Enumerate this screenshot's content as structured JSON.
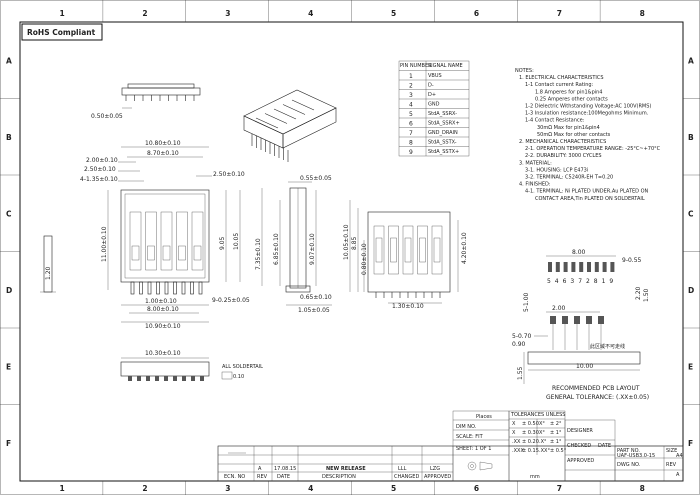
{
  "badge": "RoHS Compliant",
  "grid": {
    "columns": [
      "1",
      "2",
      "3",
      "4",
      "5",
      "6",
      "7",
      "8"
    ],
    "rows": [
      "A",
      "B",
      "C",
      "D",
      "E",
      "F"
    ]
  },
  "signals": {
    "headers": [
      "PIN NUMBER",
      "SIGNAL NAME"
    ],
    "rows": [
      [
        "1",
        "VBUS"
      ],
      [
        "2",
        "D-"
      ],
      [
        "3",
        "D+"
      ],
      [
        "4",
        "GND"
      ],
      [
        "5",
        "StdA_SSRX-"
      ],
      [
        "6",
        "StdA_SSRX+"
      ],
      [
        "7",
        "GND_DRAIN"
      ],
      [
        "8",
        "StdA_SSTX-"
      ],
      [
        "9",
        "StdA_SSTX+"
      ]
    ]
  },
  "notes": [
    "NOTES:",
    "1. ELECTRICAL CHARACTERISTICS",
    "1-1 Contact current Rating:",
    "1.8 Amperes for pin1&pin4",
    "0.25 Amperes other contacts",
    "1-2 Dielectric Withstanding Voltage:AC 100V(RMS)",
    "1-3 Insulation resistance:100Megohms Minimum.",
    "1-4 Contact Resistance:",
    "30mΩ Max for pin1&pin4",
    "50mΩ Max for other contacts",
    "2. MECHANICAL CHARACTERISTICS",
    "2-1. OPERATION TEMPERATURE RANGE: -25°C~+70°C",
    "2-2. DURABILITY: 3000 CYCLES",
    "3. MATERIAL:",
    "3-1. HOUSING: LCP E473i",
    "3-2. TERMINAL: C5240R-EH  T=0.20",
    "4. FINISHED:",
    "4-1. TERMINAL: Ni PLATED UNDER,Au PLATED ON",
    "CONTACT AREA,Tin PLATED ON SOLDERTAIL"
  ],
  "dims": {
    "side_top_a": "0.50±0.05",
    "w1": "10.80±0.10",
    "w2": "8.70±0.10",
    "w3": "2.00±0.10",
    "w4": "2.50±0.10",
    "w5": "4-1.35±0.10",
    "w6": "2.50±0.10",
    "h1": "11.00±0.10",
    "h2": "9.05",
    "h3": "10.05",
    "p1": "1.00±0.10",
    "p2": "8.00±0.10",
    "p3": "10.90±0.10",
    "p4": "9-0.25±0.05",
    "left_h": "1.20",
    "s1": "0.55±0.05",
    "s2": "7.35±0.10",
    "s3": "6.85±0.10",
    "s4": "9.07±0.10",
    "s5": "0.65±0.10",
    "s6": "1.05±0.05",
    "f1": "10.05±0.10",
    "f2": "8.85",
    "f3": "0.80±0.10",
    "f4": "4.20±0.10",
    "f5": "1.30±0.10",
    "b1": "10.30±0.10",
    "b2": "ALL SOLDERTAIL",
    "b3": "0.10",
    "pcb1": "8.00",
    "pcb2": "9-0.55",
    "pcb3": "5-1.00",
    "pcb4": "2.00",
    "pcb5": "5-0.70",
    "pcb6": "0.90",
    "pcb7": "10.00",
    "pcb8": "1.55",
    "pcb9": "2.20",
    "pcb10": "1.50"
  },
  "pin_numbers": [
    "5",
    "4",
    "6",
    "3",
    "7",
    "2",
    "8",
    "1",
    "9"
  ],
  "pcb_label": "RECOMMENDED PCB LAYOUT",
  "tolerance_label": "GENERAL TOLERANCE: (.XX±0.05)",
  "pcb_note": "此区域不可走线",
  "tolerance": {
    "title": "TOLERANCES UNLESS",
    "places_label": "Places",
    "dim_no": "DIM NO.",
    "scale_label": "SCALE: FIT",
    "sheet_label": "SHEET: 1 OF 1",
    "rows": [
      [
        "X",
        "± 0.50",
        "X°",
        "± 2°"
      ],
      [
        "X",
        "± 0.30",
        "X°",
        "± 1°"
      ],
      [
        ".XX",
        "± 0.20",
        ".X°",
        "± 1°"
      ],
      [
        ".XXX",
        "± 0.15",
        ".XX°",
        "± 0.5°"
      ]
    ],
    "units": "mm"
  },
  "revision": {
    "ecn": "ECN. NO",
    "rev": "REV",
    "date": "DATE",
    "desc": "DESCRIPTION",
    "changed": "CHANGED",
    "approved": "APPROVED",
    "rev_value": "A",
    "date_value": "17.08.15",
    "desc_value": "NEW RELEASE",
    "changed_value": "LLL",
    "approved_value": "LZG"
  },
  "title_block": {
    "designer": "DESIGNER",
    "checked": "CHECKED",
    "approved": "APPROVED",
    "date": "DATE",
    "part_no_label": "PART NO.",
    "part_no": "UAF-USB3.0-15",
    "dwg_no_label": "DWG NO.",
    "rev_label": "REV",
    "rev_value": "A",
    "size_label": "SIZE",
    "size_value": "A4"
  }
}
